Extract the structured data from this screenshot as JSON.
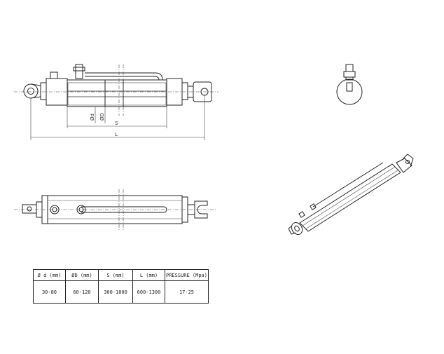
{
  "dimensions": {
    "stroke_diameter_d": "Ød",
    "bore_diameter_D": "ØD",
    "stroke_S": "S",
    "length_L": "L"
  },
  "table": {
    "headers": [
      "Ø d (mm)",
      "ØD (mm)",
      "S (mm)",
      "L (mm)",
      "PRESSURE (Mpa)"
    ],
    "values": [
      "30-80",
      "60-120",
      "300-1800",
      "600-1300",
      "17-25"
    ]
  },
  "colors": {
    "line": "#222222",
    "background": "#ffffff"
  }
}
